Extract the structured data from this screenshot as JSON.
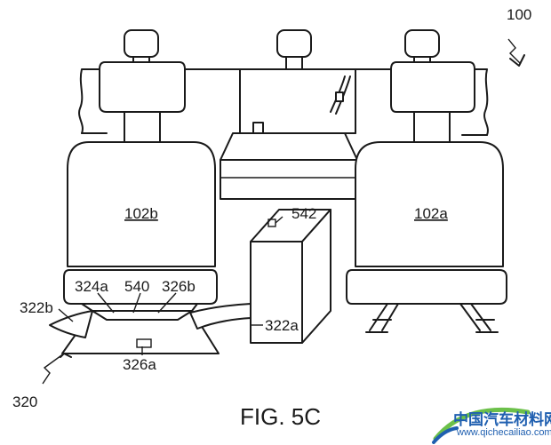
{
  "figure": {
    "caption": "FIG. 5C",
    "labels": {
      "ref_100": "100",
      "seat_left": "102b",
      "seat_right": "102a",
      "box_542": "542",
      "ref_324a": "324a",
      "ref_540": "540",
      "ref_326b": "326b",
      "ref_322b": "322b",
      "ref_322a": "322a",
      "ref_326a": "326a",
      "ref_320": "320"
    }
  },
  "watermark": {
    "title": "中国汽车材料网",
    "url": "www.qichecailiao.com",
    "colors": {
      "blue": "#1f5fb0",
      "green": "#6cc04a"
    }
  }
}
